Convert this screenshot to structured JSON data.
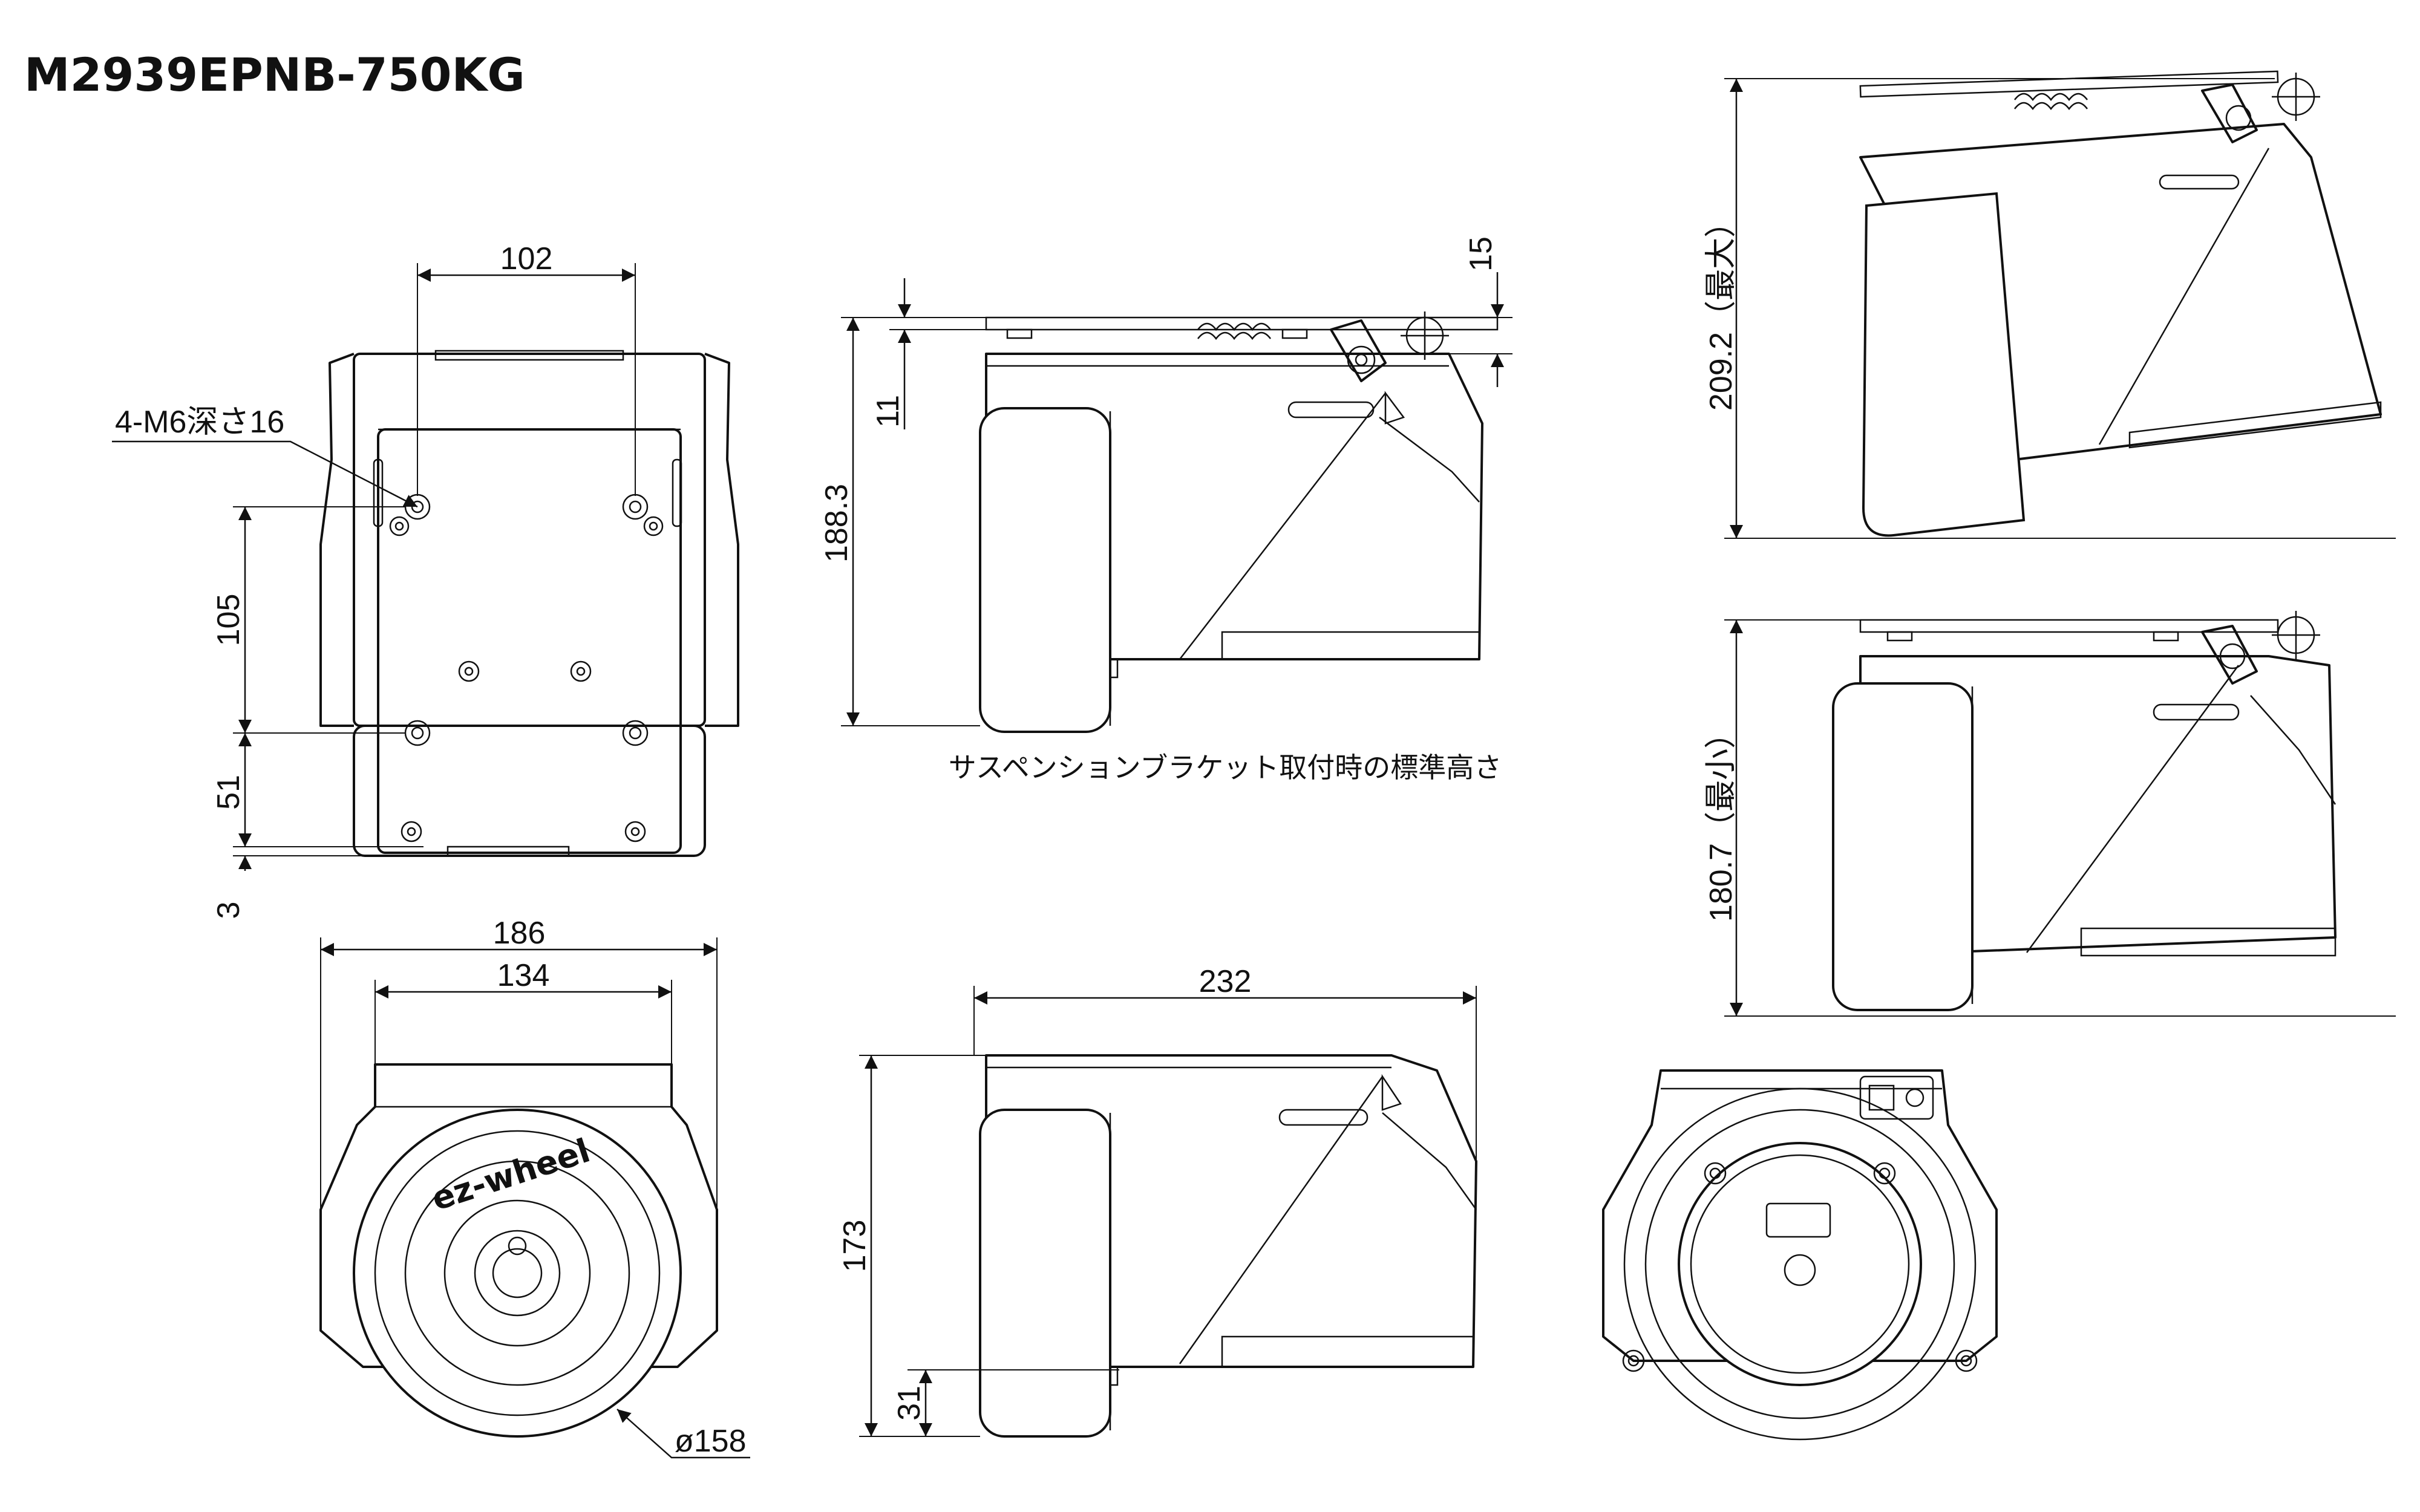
{
  "title": "M2939EPNB-750KG",
  "colors": {
    "ink": "#111111",
    "paper": "#ffffff"
  },
  "dimensions": {
    "top_width": "102",
    "hole_note": "4-M6深さ16",
    "hole_spacing_v": "105",
    "lower_block": "51",
    "bottom_gap": "3",
    "overall_width": "186",
    "bracket_width": "134",
    "wheel_diameter": "ø158",
    "side_height": "188.3",
    "top_plate_gap": "11",
    "pivot_offset": "15",
    "overall_length": "232",
    "body_height": "173",
    "axle_height": "31",
    "max_height": "209.2（最大）",
    "min_height": "180.7（最小）"
  },
  "captions": {
    "standard_height": "サスペンションブラケット取付時の標準高さ"
  },
  "labels": {
    "wheel_brand": "ez-wheel"
  }
}
